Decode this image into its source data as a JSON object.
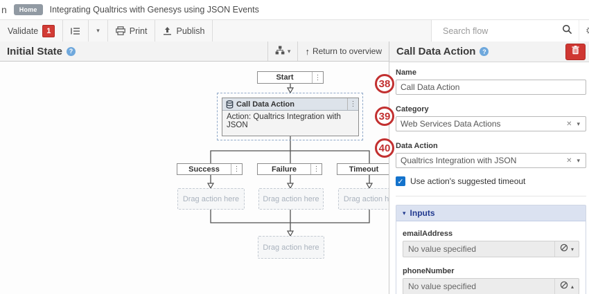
{
  "topbar": {
    "logo_fragment": "n",
    "home_badge": "Home",
    "breadcrumb": "Integrating Qualtrics with Genesys using JSON Events"
  },
  "toolbar": {
    "validate_label": "Validate",
    "validate_count": "1",
    "print_label": "Print",
    "publish_label": "Publish",
    "search_placeholder": "Search flow"
  },
  "canvas": {
    "title": "Initial State",
    "return_link": "Return to overview",
    "nodes": {
      "start": "Start",
      "action_title": "Call Data Action",
      "action_body": "Action: Qualtrics Integration with JSON",
      "success": "Success",
      "failure": "Failure",
      "timeout": "Timeout",
      "drag_placeholder": "Drag action here"
    }
  },
  "panel": {
    "title": "Call Data Action",
    "name_label": "Name",
    "name_value": "Call Data Action",
    "category_label": "Category",
    "category_value": "Web Services Data Actions",
    "data_action_label": "Data Action",
    "data_action_value": "Qualtrics Integration with JSON",
    "timeout_checkbox_label": "Use action's suggested timeout",
    "inputs_section": {
      "title": "Inputs",
      "fields": [
        {
          "label": "emailAddress",
          "value": "No value specified"
        },
        {
          "label": "phoneNumber",
          "value": "No value specified"
        }
      ]
    }
  },
  "annotations": {
    "step38": "38",
    "step39": "39",
    "step40": "40"
  },
  "colors": {
    "accent_red": "#cf3732",
    "annotation_red": "#c23030",
    "checkbox_blue": "#1473cc",
    "inputs_header_bg": "#dbe2f1",
    "inputs_header_text": "#223a8f",
    "selection_dash": "#8fa8c8"
  }
}
